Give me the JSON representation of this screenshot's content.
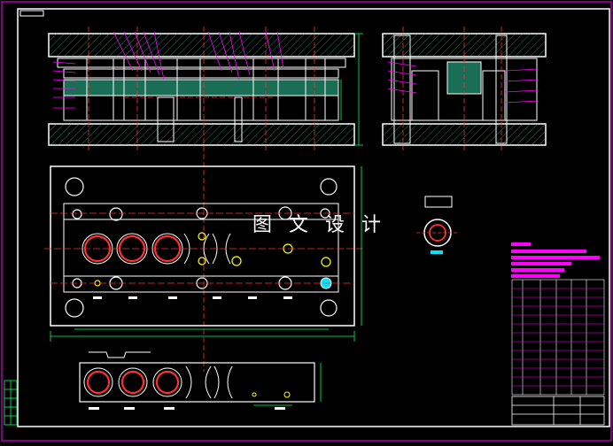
{
  "watermark": {
    "text": "图 文 设 计"
  },
  "colors": {
    "background": "#000000",
    "outline": "#ffffff",
    "centerline": "#ff3030",
    "dimension": "#00ff66",
    "leader": "#ff00ff",
    "hatch": "#33cc99",
    "hole": "#ffff00",
    "highlight": "#00e5ff",
    "bom_bar": "#ff00ff"
  },
  "title_block": {
    "has_bom_table": true,
    "bom_bars": 6
  },
  "views": [
    "front-section",
    "side-section",
    "plan-view",
    "detail-part",
    "strip-layout"
  ]
}
